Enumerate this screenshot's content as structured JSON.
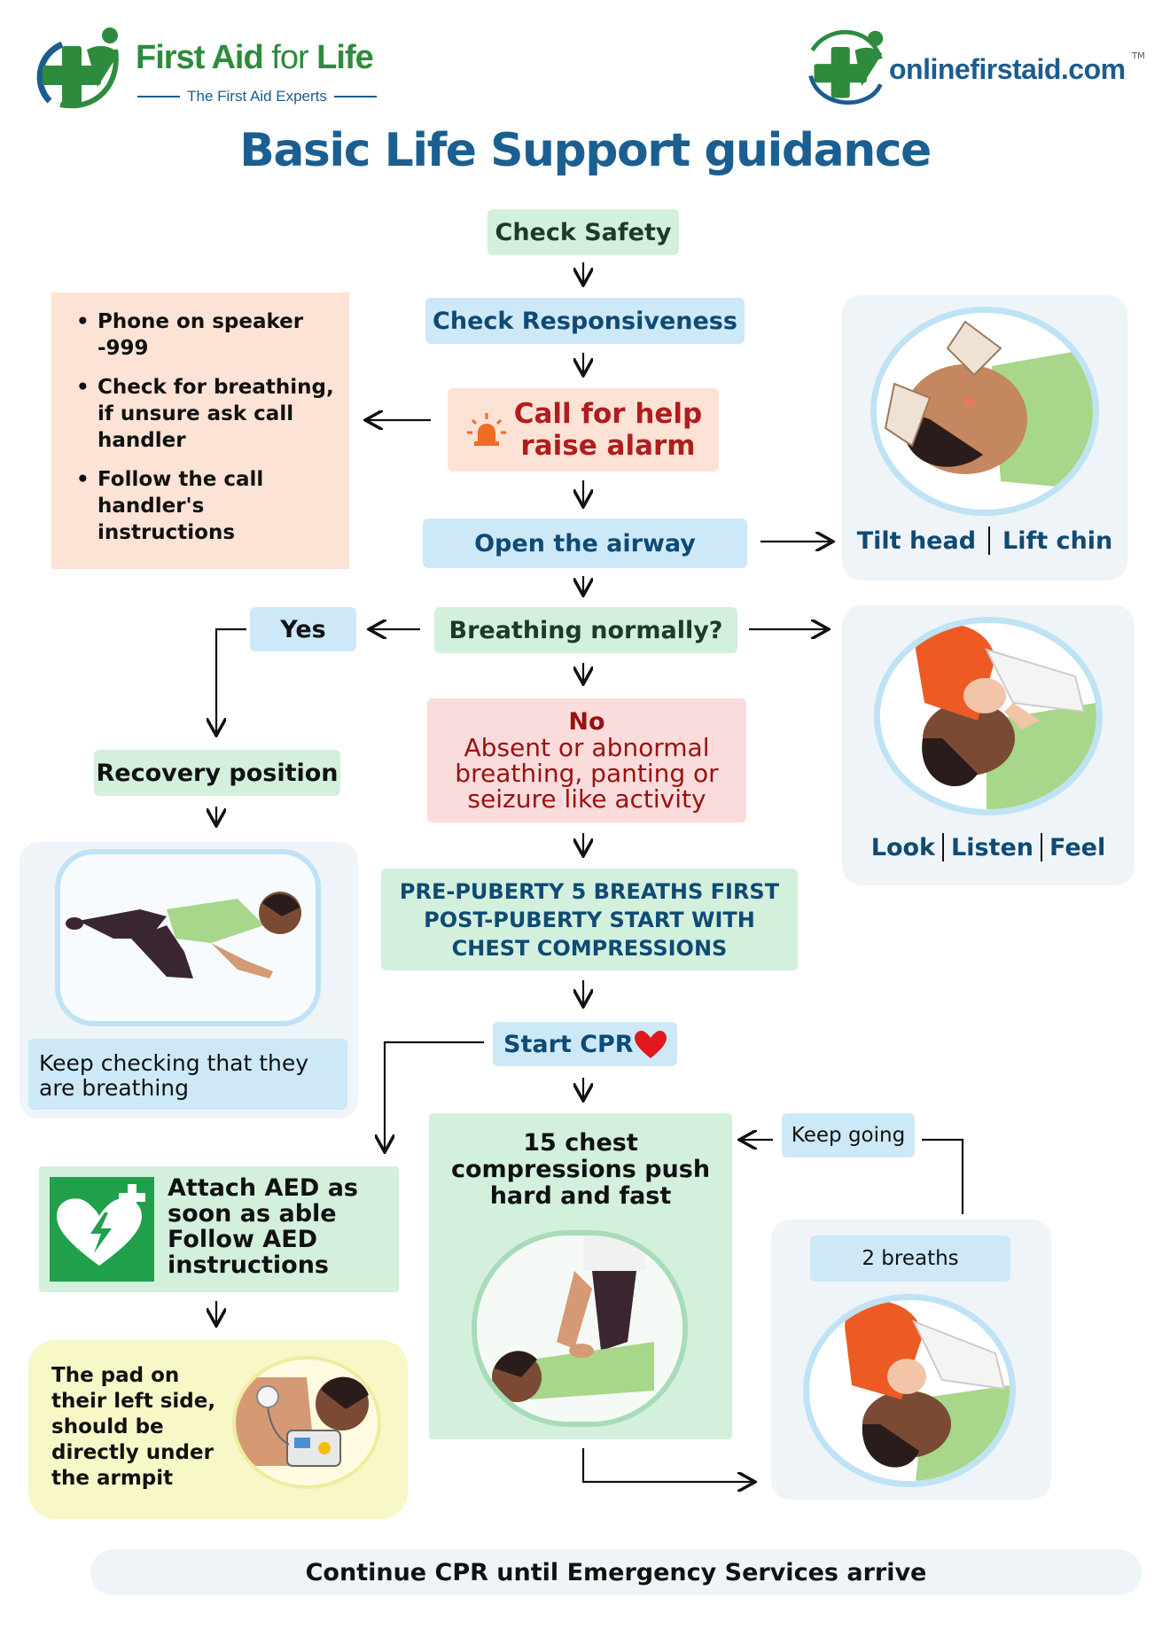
{
  "logo_left": {
    "name": "First Aid for Life",
    "name_part1": "First Aid ",
    "name_part2": "for ",
    "name_part3": "Life",
    "tagline": "The First Aid Experts"
  },
  "logo_right": {
    "name": "onlinefirstaid.com",
    "tm": "TM"
  },
  "title": "Basic Life Support guidance",
  "steps": {
    "check_safety": "Check Safety",
    "check_responsiveness": "Check Responsiveness",
    "call_help_line1": "Call for help",
    "call_help_line2": "raise alarm",
    "open_airway": "Open the airway",
    "breathing_normally": "Breathing normally?",
    "yes": "Yes",
    "recovery_position": "Recovery position",
    "no_title": "No",
    "no_line1": "Absent or abnormal",
    "no_line2": "breathing, panting or",
    "no_line3": "seizure like activity",
    "puberty_line1": "PRE-PUBERTY 5 BREATHS FIRST",
    "puberty_line2": "POST-PUBERTY START WITH",
    "puberty_line3": "CHEST COMPRESSIONS",
    "start_cpr": "Start CPR",
    "compressions_line1": "15 chest",
    "compressions_line2": "compressions push",
    "compressions_line3": "hard and fast",
    "keep_going": "Keep going",
    "two_breaths": "2 breaths",
    "keep_checking_line1": "Keep checking that they",
    "keep_checking_line2": "are breathing",
    "aed_line1": "Attach AED as",
    "aed_line2": "soon as able",
    "aed_line3": "Follow AED",
    "aed_line4": "instructions",
    "pad_line1": "The pad on",
    "pad_line2": "their left side,",
    "pad_line3": "should be",
    "pad_line4": "directly under",
    "pad_line5": "the armpit",
    "continue_cpr": "Continue CPR until Emergency Services arrive"
  },
  "call_notes": [
    {
      "line1": "Phone on speaker",
      "line2": "-999"
    },
    {
      "line1": "Check for breathing,",
      "line2": "if unsure ask call",
      "line3": "handler"
    },
    {
      "line1": "Follow the call",
      "line2": "handler's",
      "line3": "instructions"
    }
  ],
  "airway_panel": {
    "tilt": "Tilt head",
    "lift": "Lift chin"
  },
  "look_panel": {
    "look": "Look",
    "listen": "Listen",
    "feel": "Feel"
  },
  "colors": {
    "title_blue": "#1b5f91",
    "logo_green": "#2e8b3d",
    "logo_blue": "#1d5c8f",
    "dark_blue_text": "#0f4a74",
    "alarm_red": "#b01d1d",
    "no_red": "#9b1010",
    "heart_red": "#e0191e",
    "aed_green": "#20a04a"
  },
  "icons": {
    "alarm": "alarm-light-icon",
    "heart": "heart-icon",
    "aed": "aed-heart-icon"
  }
}
